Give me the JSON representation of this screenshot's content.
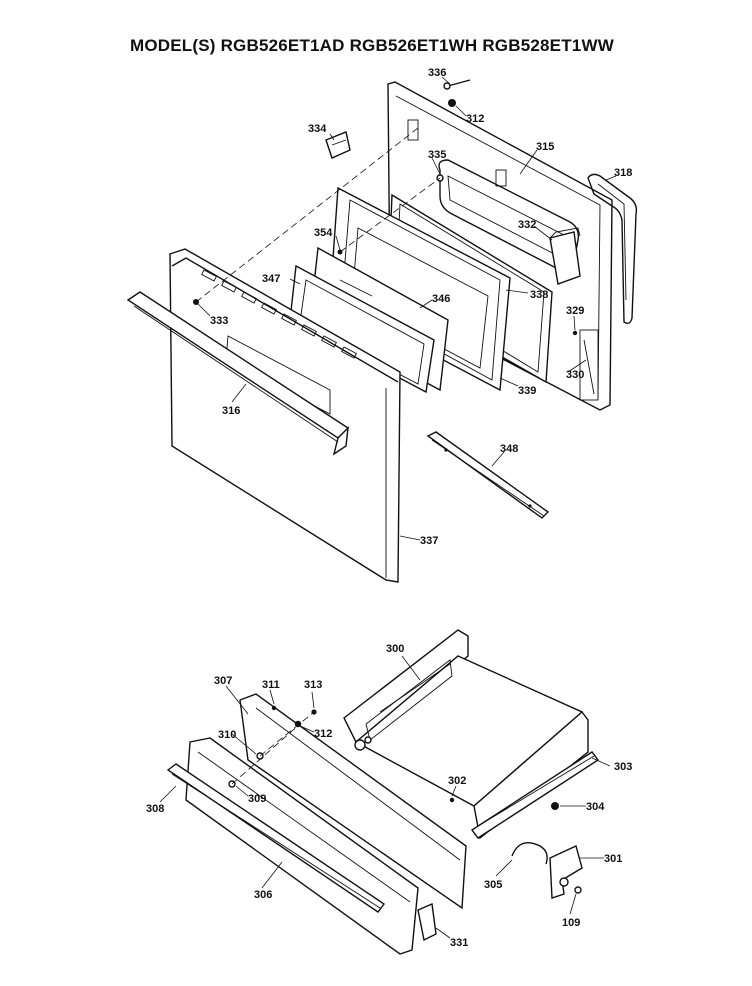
{
  "header": {
    "title": "MODEL(S) RGB526ET1AD  RGB526ET1WH  RGB528ET1WW"
  },
  "parts": [
    {
      "id": "p336",
      "label": "336"
    },
    {
      "id": "p312a",
      "label": "312"
    },
    {
      "id": "p334",
      "label": "334"
    },
    {
      "id": "p335",
      "label": "335"
    },
    {
      "id": "p315",
      "label": "315"
    },
    {
      "id": "p318",
      "label": "318"
    },
    {
      "id": "p332",
      "label": "332"
    },
    {
      "id": "p354",
      "label": "354"
    },
    {
      "id": "p338",
      "label": "338"
    },
    {
      "id": "p347",
      "label": "347"
    },
    {
      "id": "p346",
      "label": "346"
    },
    {
      "id": "p329",
      "label": "329"
    },
    {
      "id": "p333",
      "label": "333"
    },
    {
      "id": "p330",
      "label": "330"
    },
    {
      "id": "p339",
      "label": "339"
    },
    {
      "id": "p316",
      "label": "316"
    },
    {
      "id": "p348",
      "label": "348"
    },
    {
      "id": "p337",
      "label": "337"
    },
    {
      "id": "p300",
      "label": "300"
    },
    {
      "id": "p307",
      "label": "307"
    },
    {
      "id": "p311",
      "label": "311"
    },
    {
      "id": "p313",
      "label": "313"
    },
    {
      "id": "p312b",
      "label": "312"
    },
    {
      "id": "p310",
      "label": "310"
    },
    {
      "id": "p303",
      "label": "303"
    },
    {
      "id": "p302",
      "label": "302"
    },
    {
      "id": "p308",
      "label": "308"
    },
    {
      "id": "p309",
      "label": "309"
    },
    {
      "id": "p304",
      "label": "304"
    },
    {
      "id": "p301",
      "label": "301"
    },
    {
      "id": "p305",
      "label": "305"
    },
    {
      "id": "p306",
      "label": "306"
    },
    {
      "id": "p109",
      "label": "109"
    },
    {
      "id": "p331",
      "label": "331"
    }
  ]
}
